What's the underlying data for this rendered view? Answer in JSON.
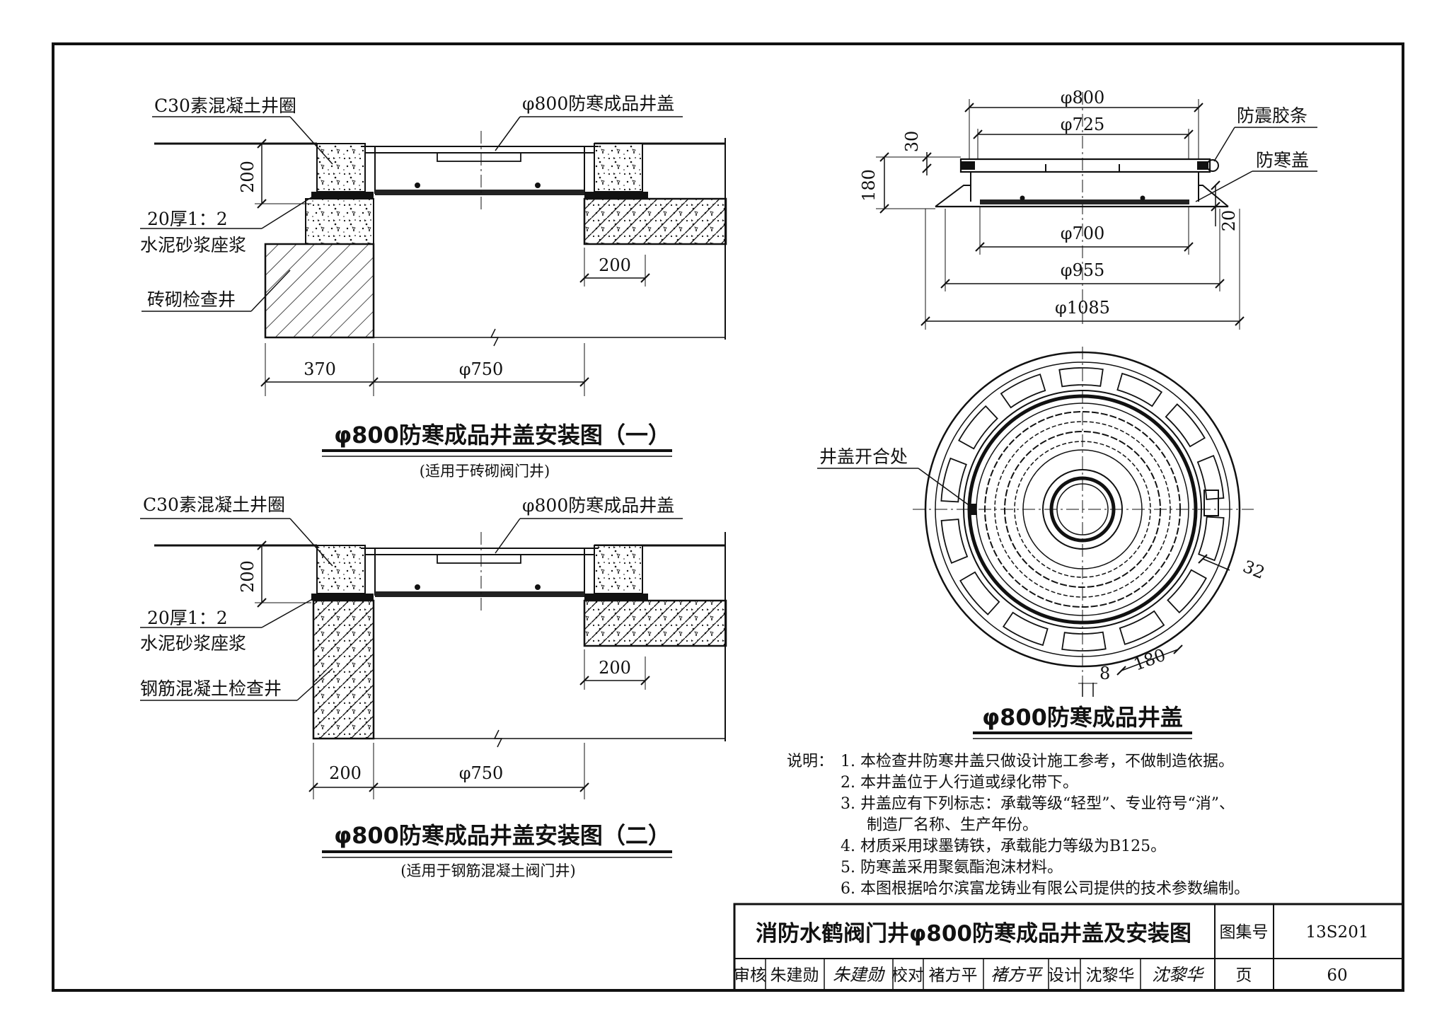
{
  "figure1": {
    "label_ring": "C30素混凝土井圈",
    "label_cover": "φ800防寒成品井盖",
    "label_mortar_1": "20厚1：2",
    "label_mortar_2": "水泥砂浆座浆",
    "label_well": "砖砌检查井",
    "dim_200_v": "200",
    "dim_200_h": "200",
    "dim_370": "370",
    "dim_750": "φ750",
    "title": "φ800防寒成品井盖安装图（一）",
    "subtitle": "(适用于砖砌阀门井)"
  },
  "figure2": {
    "label_ring": "C30素混凝土井圈",
    "label_cover": "φ800防寒成品井盖",
    "label_mortar_1": "20厚1：2",
    "label_mortar_2": "水泥砂浆座浆",
    "label_well": "钢筋混凝土检查井",
    "dim_200_v": "200",
    "dim_200_h": "200",
    "dim_200_b": "200",
    "dim_750": "φ750",
    "title": "φ800防寒成品井盖安装图（二）",
    "subtitle": "(适用于钢筋混凝土阀门井)"
  },
  "figure3": {
    "d800": "φ800",
    "d725": "φ725",
    "d700": "φ700",
    "d955": "φ955",
    "d1085": "φ1085",
    "h30": "30",
    "h180": "180",
    "h20": "20",
    "label_strip": "防震胶条",
    "label_cold": "防寒盖",
    "label_hinge": "井盖开合处",
    "dim32": "32",
    "dim8": "8",
    "dim180": "180",
    "title": "φ800防寒成品井盖"
  },
  "notes": {
    "prefix": "说明：",
    "items": [
      "1. 本检查井防寒井盖只做设计施工参考，不做制造依据。",
      "2. 本井盖位于人行道或绿化带下。",
      "3. 井盖应有下列标志：承载等级“轻型”、专业符号“消”、",
      "制造厂名称、生产年份。",
      "4. 材质采用球墨铸铁，承载能力等级为B125。",
      "5. 防寒盖采用聚氨酯泡沫材料。",
      "6. 本图根据哈尔滨富龙铸业有限公司提供的技术参数编制。"
    ]
  },
  "title_block": {
    "drawing_title": "消防水鹤阀门井φ800防寒成品井盖及安装图",
    "atlas_label": "图集号",
    "atlas_no": "13S201",
    "review_label": "审核",
    "reviewer": "朱建勋",
    "reviewer_sig": "朱建勋",
    "check_label": "校对",
    "checker": "褚方平",
    "checker_sig": "褚方平",
    "design_label": "设计",
    "designer": "沈黎华",
    "designer_sig": "沈黎华",
    "page_label": "页",
    "page_no": "60"
  }
}
